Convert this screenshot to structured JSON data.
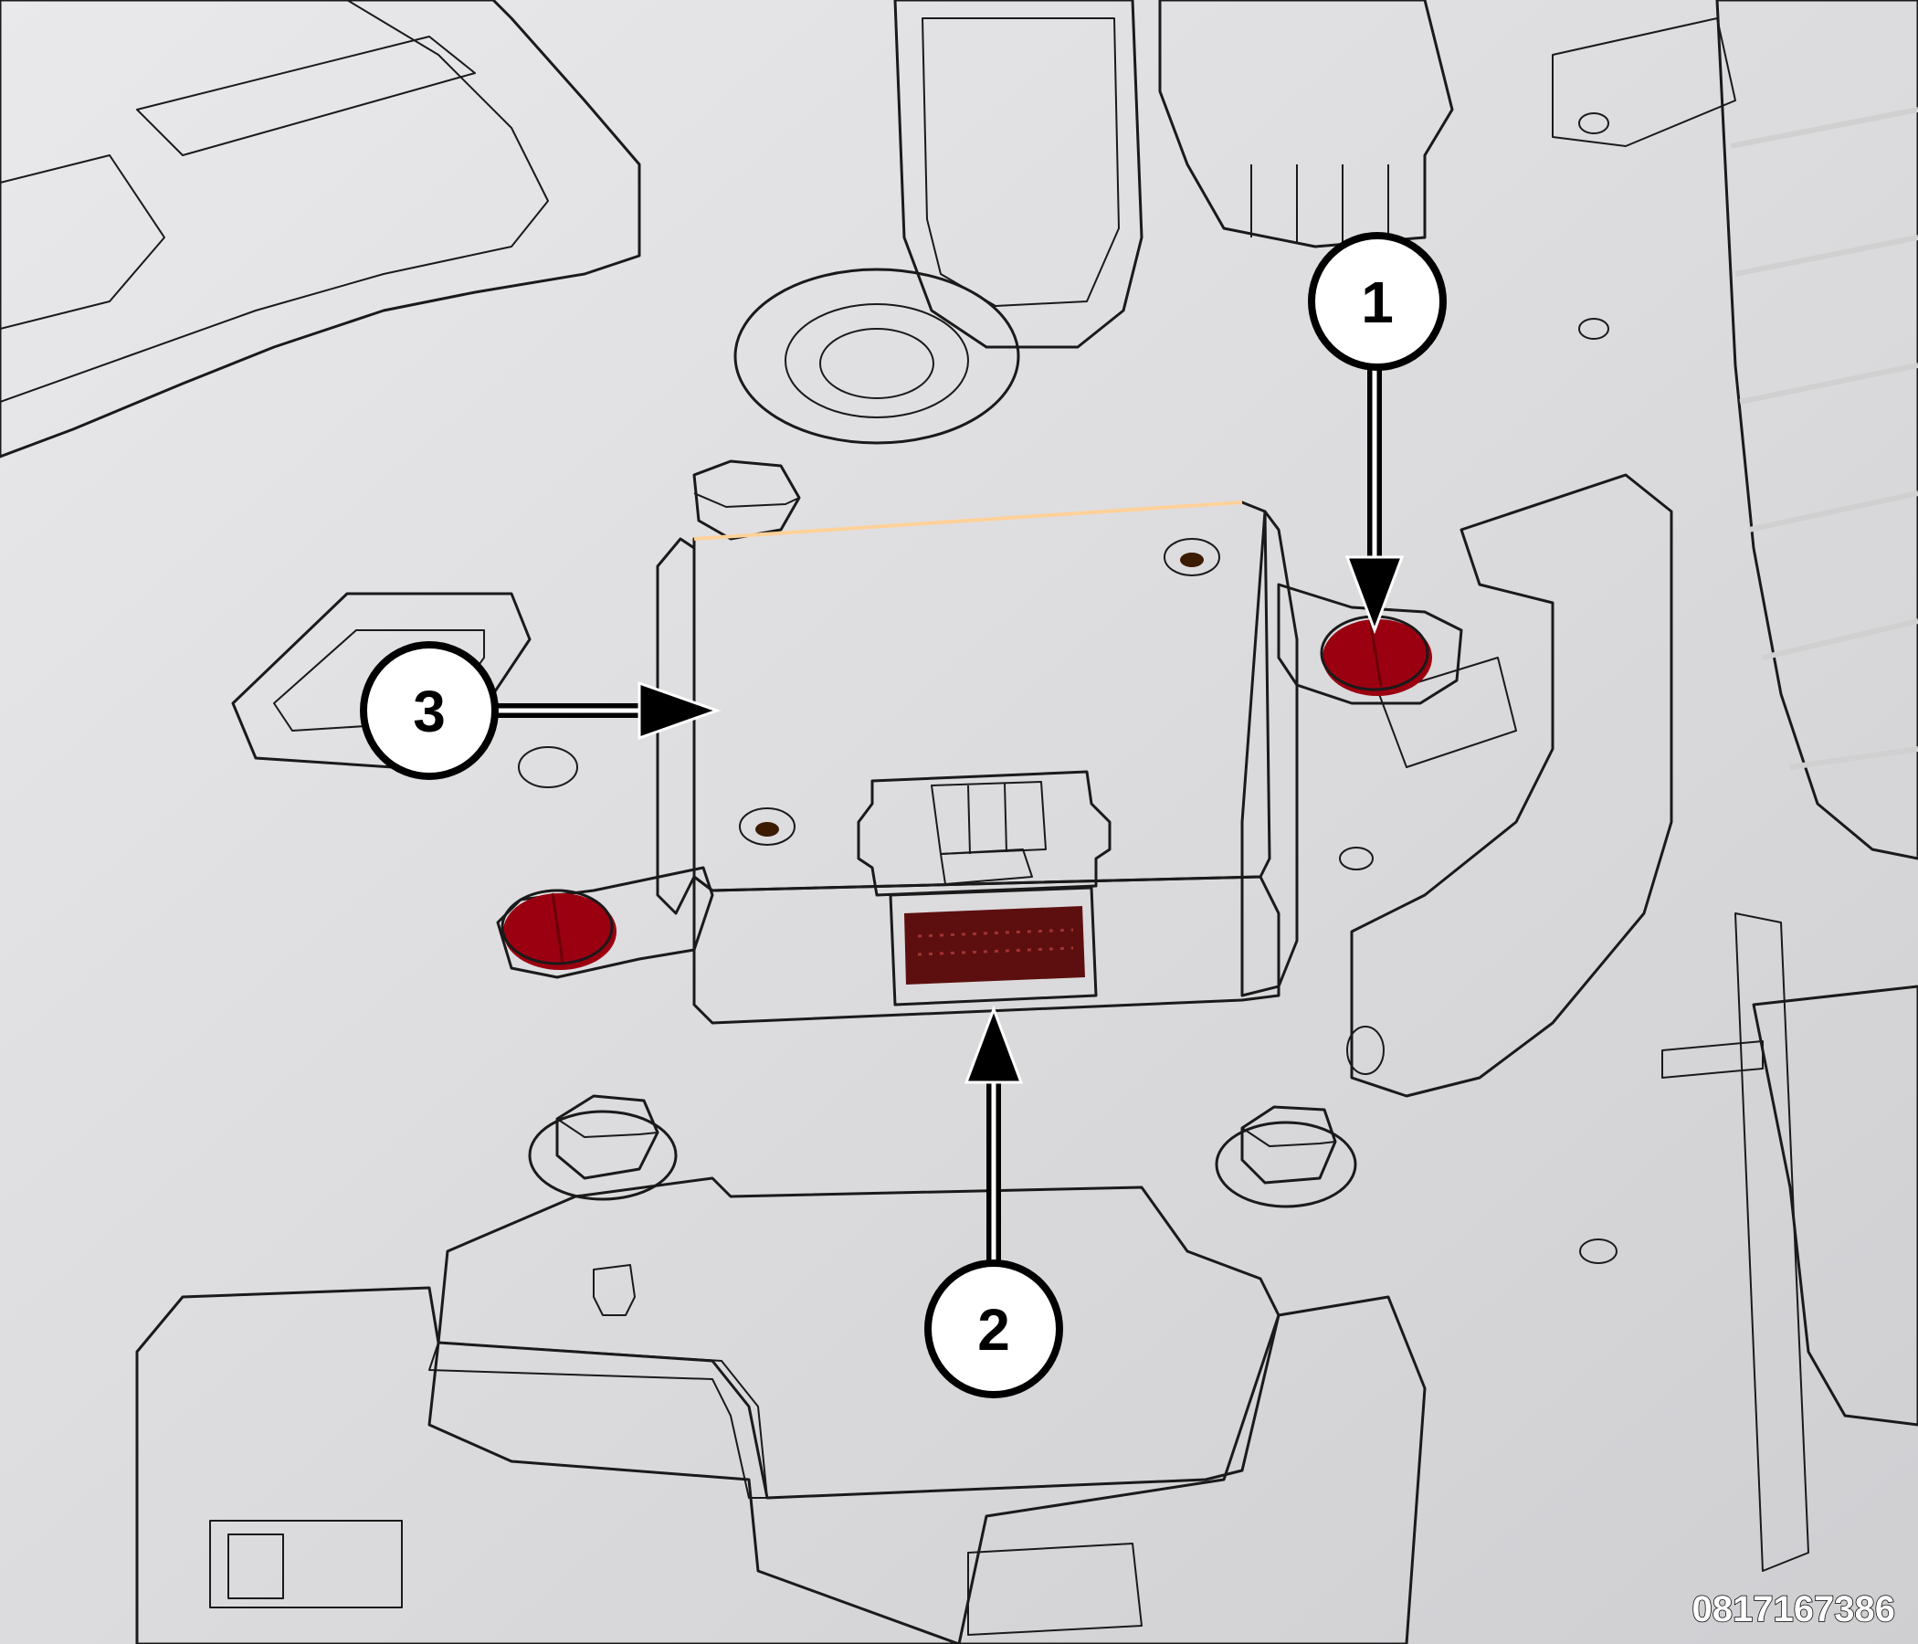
{
  "figure_id": "0817167386",
  "colors": {
    "module": "#ff8c00",
    "module_shade": "#b85e00",
    "module_dark": "#4a2400",
    "fastener": "#e8101a",
    "connector": "#7a1515",
    "panel": "#d9d9db",
    "panel_light": "#ececee",
    "dark_part": "#1c1c1c",
    "line": "#1a1a1a"
  },
  "callouts": [
    {
      "id": "1",
      "label": "1"
    },
    {
      "id": "2",
      "label": "2"
    },
    {
      "id": "3",
      "label": "3"
    }
  ]
}
